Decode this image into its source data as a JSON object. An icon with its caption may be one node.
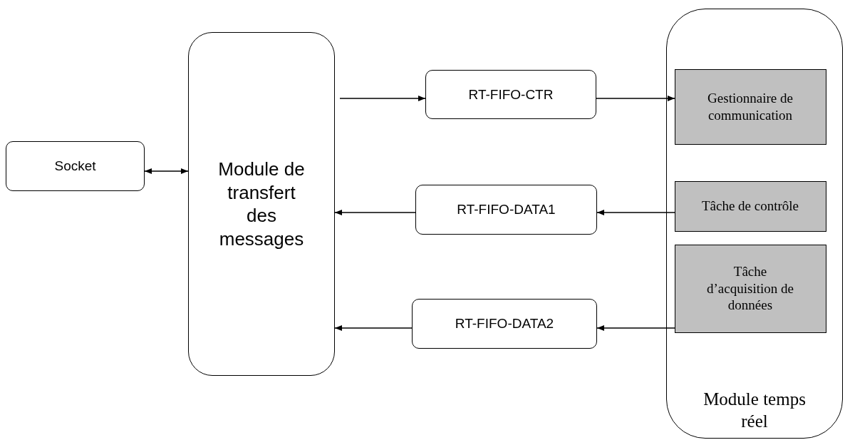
{
  "diagram": {
    "nodes": [
      {
        "text": [
          "Socket"
        ]
      },
      {
        "text": [
          "Module de transfert des messages"
        ]
      },
      {
        "text": [
          "RT-FIFO-CTR"
        ]
      },
      {
        "text": [
          "Module temps réel"
        ]
      },
      {
        "text": [
          "Gestionnaire de communication"
        ],
        "in": 3
      },
      {
        "text": [
          "RT-FIFO-DATA1"
        ]
      },
      {
        "text": [
          "Tâche de contrôle"
        ],
        "in": 3
      },
      {
        "text": [
          "RT-FIFO-DATA2"
        ]
      },
      {
        "text": [
          "Tâche d’acquisition de données"
        ],
        "in": 3
      }
    ],
    "edges": [
      {
        "from": 0,
        "to": 1,
        "arrow": "both"
      },
      {
        "from": 1,
        "to": 2,
        "arrow": "to"
      },
      {
        "from": 2,
        "to": 4,
        "arrow": "to"
      },
      {
        "from": 6,
        "to": 5,
        "arrow": "to"
      },
      {
        "from": 5,
        "to": 1,
        "arrow": "to"
      },
      {
        "from": 8,
        "to": 7,
        "arrow": "to"
      },
      {
        "from": 7,
        "to": 1,
        "arrow": "to"
      }
    ]
  }
}
